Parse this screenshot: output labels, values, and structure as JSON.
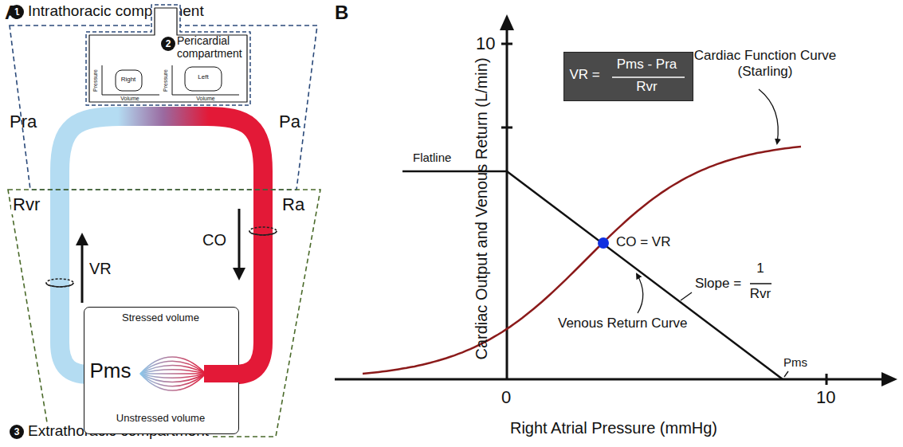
{
  "diagram": {
    "nodes": [
      {
        "text": [
          "1",
          "Intrathoracic compartment"
        ]
      },
      {
        "text": [
          "2",
          "Pericardial compartment"
        ],
        "in": 0
      },
      {
        "text": [
          "3",
          "Extrathoracic compartment"
        ]
      },
      {
        "text": [
          "Stressed volume",
          "Pms",
          "Unstressed volume"
        ],
        "in": 2
      },
      {
        "text": [
          "VR =",
          "Pms - Pra",
          "Rvr"
        ]
      }
    ],
    "labels": [
      "A",
      "Pra",
      "Pa",
      "Rvr",
      "Ra",
      "VR",
      "CO",
      "Pressure",
      "Volume",
      "Right",
      "Pressure",
      "Volume",
      "Left",
      "B",
      "10",
      "0",
      "10",
      "Cardiac Output and Venous Return (L/min)",
      "Right Atrial Pressure (mmHg)",
      "Flatline",
      "Cardiac Function Curve (Starling)",
      "CO = VR",
      "Slope =",
      "1",
      "Rvr",
      "Venous Return Curve",
      "Pms"
    ]
  }
}
